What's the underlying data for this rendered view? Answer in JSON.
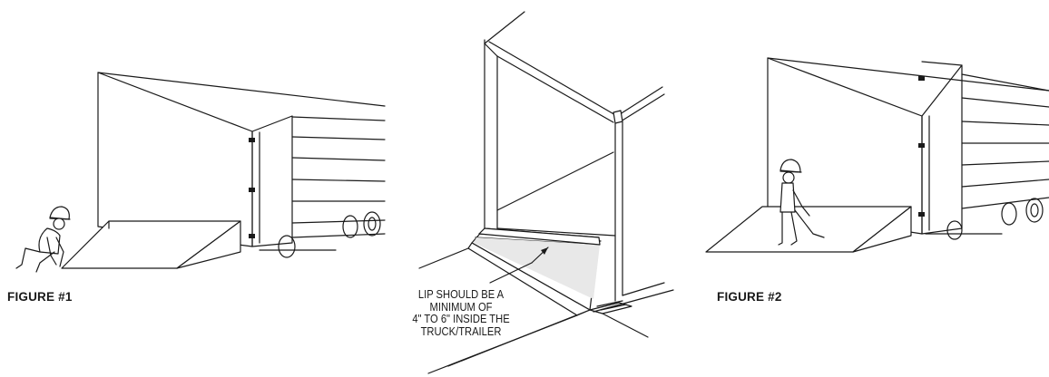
{
  "figures": {
    "figure1": {
      "label": "FIGURE #1"
    },
    "figure2": {
      "label": "FIGURE #2"
    }
  },
  "callout": {
    "lines": [
      "LIP SHOULD BE A",
      "MINIMUM OF",
      "4\" TO 6\" INSIDE THE",
      "TRUCK/TRAILER"
    ]
  }
}
